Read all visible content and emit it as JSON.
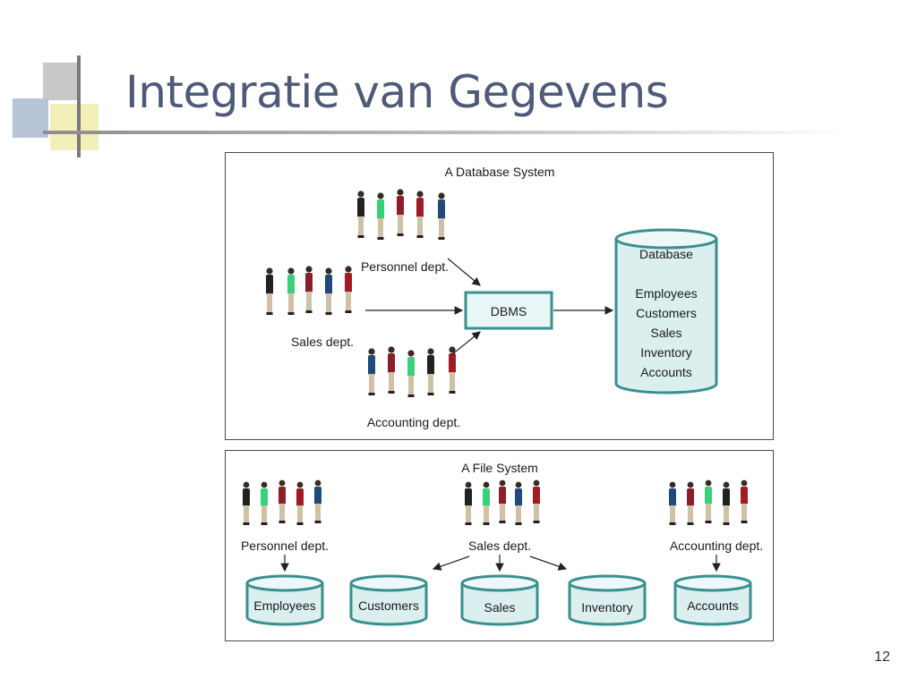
{
  "slide": {
    "title": "Integratie van Gegevens",
    "page_number": "12"
  },
  "database_system": {
    "title": "A Database System",
    "departments": [
      "Personnel dept.",
      "Sales dept.",
      "Accounting dept."
    ],
    "dbms_label": "DBMS",
    "database_title": "Database",
    "database_items": [
      "Employees",
      "Customers",
      "Sales",
      "Inventory",
      "Accounts"
    ]
  },
  "file_system": {
    "title": "A File System",
    "departments": [
      "Personnel dept.",
      "Sales dept.",
      "Accounting dept."
    ],
    "files": [
      "Employees",
      "Customers",
      "Sales",
      "Inventory",
      "Accounts"
    ]
  },
  "colors": {
    "title_text": "#4e5b78",
    "teal_outline": "#3a8f8f",
    "cylinder_fill": "#dcefef",
    "dbms_fill": "#e8f6f6"
  }
}
